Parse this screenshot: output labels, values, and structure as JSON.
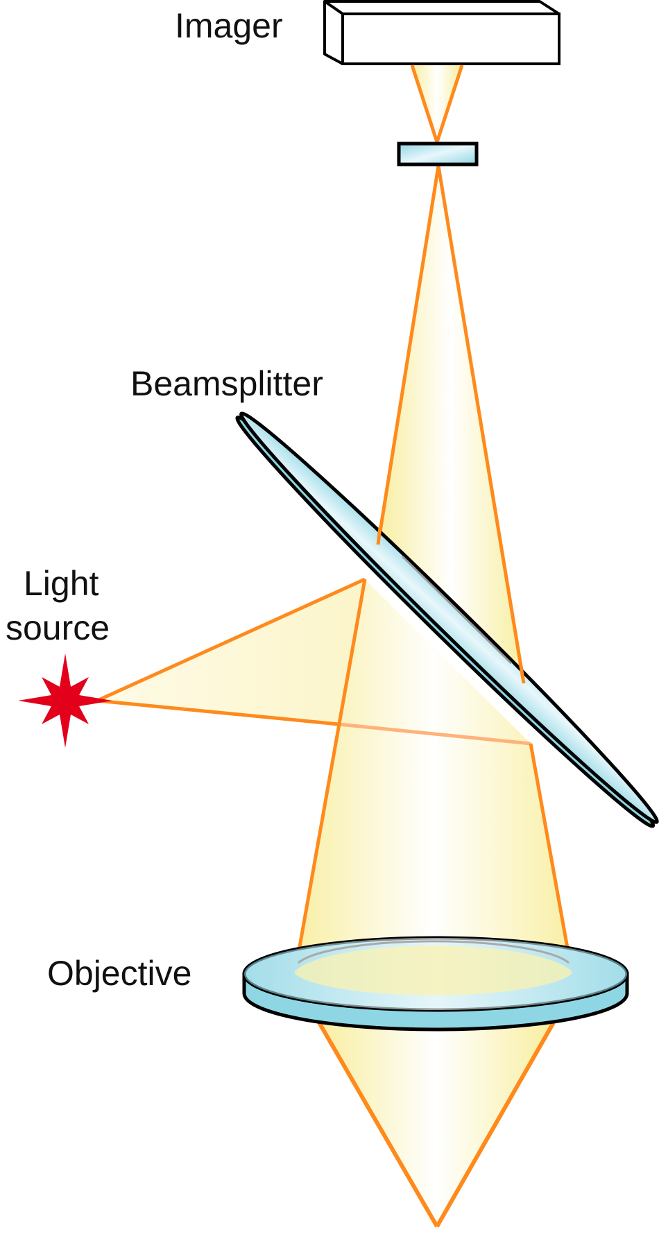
{
  "labels": {
    "imager": "Imager",
    "beamsplitter": "Beamsplitter",
    "light_line1": "Light",
    "light_line2": "source",
    "objective": "Objective"
  },
  "components": [
    {
      "name": "imager",
      "shape": "box"
    },
    {
      "name": "window",
      "shape": "rectangle"
    },
    {
      "name": "beamsplitter",
      "shape": "tilted-disc"
    },
    {
      "name": "light-source",
      "shape": "star-icon"
    },
    {
      "name": "objective",
      "shape": "disc"
    }
  ],
  "colors": {
    "ray": "#ff8a1c",
    "beam_fill": "#fdf3b8",
    "glass": "#8fd6e4",
    "glass_light": "#dff3f8",
    "star": "#e3001b",
    "outline": "#000000"
  }
}
